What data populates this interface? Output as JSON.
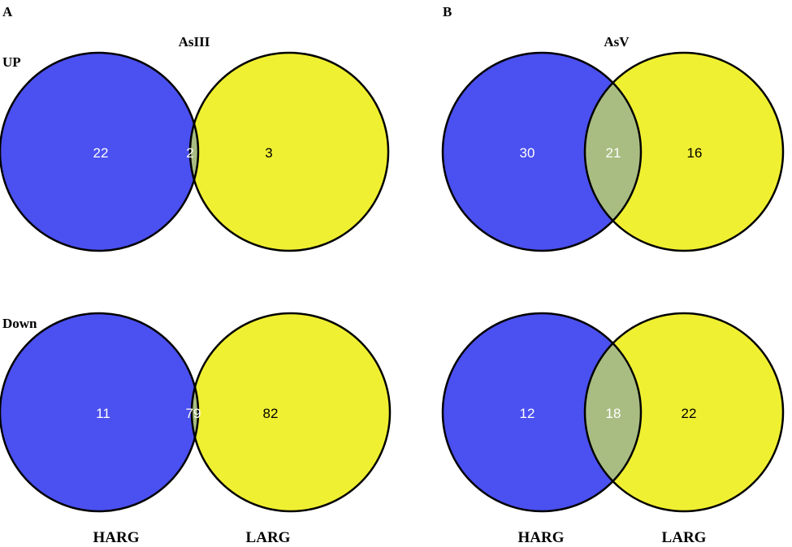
{
  "colors": {
    "harg_fill": "#4b50f0",
    "larg_fill": "#f0f032",
    "overlap_fill": "#a9bd82",
    "outline": "#000000"
  },
  "panels": {
    "a": {
      "letter": "A",
      "treatment": "AsIII",
      "row_up_label": "UP",
      "row_down_label": "Down",
      "harg_label": "HARG",
      "larg_label": "LARG",
      "up": {
        "harg_only": "22",
        "shared": "2",
        "larg_only": "3"
      },
      "down": {
        "harg_only": "11",
        "shared": "79",
        "larg_only": "82"
      }
    },
    "b": {
      "letter": "B",
      "treatment": "AsV",
      "harg_label": "HARG",
      "larg_label": "LARG",
      "up": {
        "harg_only": "30",
        "shared": "21",
        "larg_only": "16"
      },
      "down": {
        "harg_only": "12",
        "shared": "18",
        "larg_only": "22"
      }
    }
  }
}
